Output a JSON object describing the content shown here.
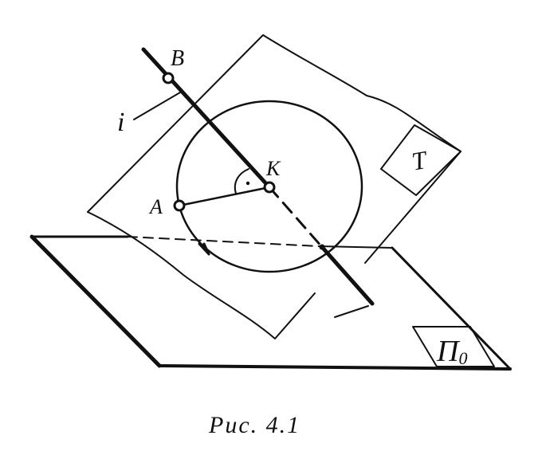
{
  "labels": {
    "point_b": "B",
    "axis_i": "i",
    "point_k": "K",
    "point_a": "A",
    "plane_t": "T",
    "plane_pi0": "Π",
    "plane_pi0_subscript": "0"
  },
  "caption": "Рис. 4.1"
}
